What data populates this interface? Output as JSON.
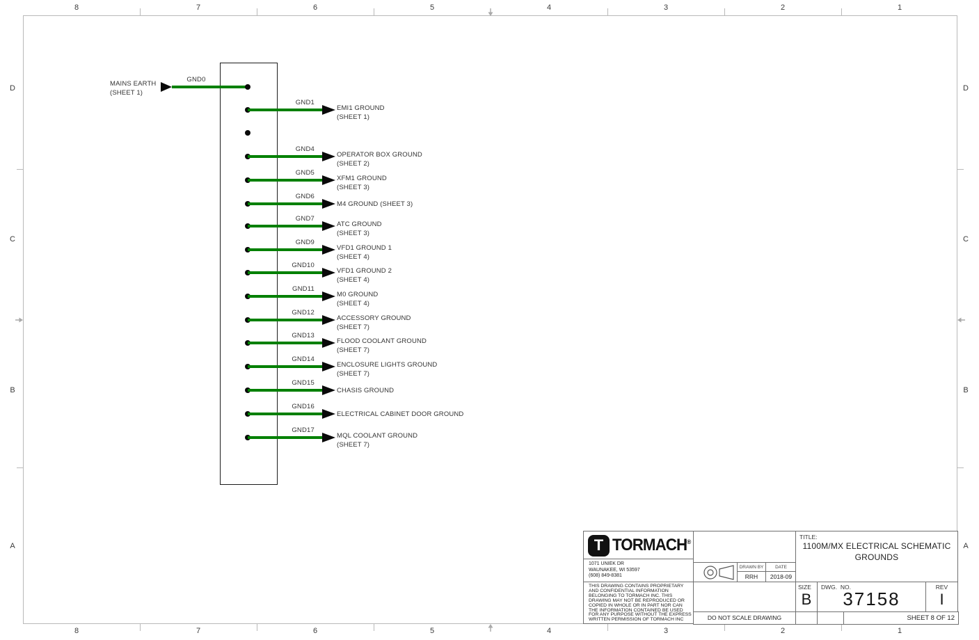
{
  "sheet": {
    "zone_columns": [
      "8",
      "7",
      "6",
      "5",
      "4",
      "3",
      "2",
      "1"
    ],
    "zone_rows": [
      "D",
      "C",
      "B",
      "A"
    ]
  },
  "colors": {
    "wire_green": "#008000",
    "ink_black": "#0a0a0a",
    "frame_gray": "#b9b9b9"
  },
  "schematic": {
    "mains_earth": {
      "label_line1": "MAINS EARTH",
      "label_line2": "(SHEET 1)",
      "wire_label": "GND0"
    },
    "grounds": [
      {
        "wire_label": "GND1",
        "target": "EMI1 GROUND",
        "sheet_ref": "(SHEET 1)"
      },
      {
        "tap_only": true
      },
      {
        "wire_label": "GND4",
        "target": "OPERATOR BOX GROUND",
        "sheet_ref": "(SHEET 2)"
      },
      {
        "wire_label": "GND5",
        "target": "XFM1 GROUND",
        "sheet_ref": "(SHEET 3)"
      },
      {
        "wire_label": "GND6",
        "target": "M4 GROUND (SHEET 3)",
        "sheet_ref": ""
      },
      {
        "wire_label": "GND7",
        "target": "ATC GROUND",
        "sheet_ref": "(SHEET 3)"
      },
      {
        "wire_label": "GND9",
        "target": "VFD1 GROUND 1",
        "sheet_ref": "(SHEET 4)"
      },
      {
        "wire_label": "GND10",
        "target": "VFD1 GROUND 2",
        "sheet_ref": "(SHEET 4)"
      },
      {
        "wire_label": "GND11",
        "target": "M0 GROUND",
        "sheet_ref": "(SHEET 4)"
      },
      {
        "wire_label": "GND12",
        "target": "ACCESSORY GROUND",
        "sheet_ref": "(SHEET 7)"
      },
      {
        "wire_label": "GND13",
        "target": "FLOOD COOLANT GROUND",
        "sheet_ref": "(SHEET 7)"
      },
      {
        "wire_label": "GND14",
        "target": "ENCLOSURE LIGHTS GROUND",
        "sheet_ref": "(SHEET 7)"
      },
      {
        "wire_label": "GND15",
        "target": "CHASIS GROUND",
        "sheet_ref": ""
      },
      {
        "wire_label": "GND16",
        "target": "ELECTRICAL CABINET DOOR GROUND",
        "sheet_ref": ""
      },
      {
        "wire_label": "GND17",
        "target": "MQL COOLANT GROUND",
        "sheet_ref": "(SHEET 7)"
      }
    ]
  },
  "title_block": {
    "logo_text": "TORMACH",
    "logo_mark": "®",
    "address_lines": [
      "1071 UNIEK DR",
      "WAUNAKEE, WI 53597",
      "(608) 849-8381"
    ],
    "disclaimer_lines": [
      "THIS DRAWING CONTAINS PROPRIETARY",
      "AND CONFIDENTIAL INFORMATION",
      "BELONGING TO TORMACH INC. THIS",
      "DRAWING MAY NOT BE REPRODUCED OR",
      "COPIED IN WHOLE OR IN PART NOR CAN",
      "THE INFORMATION CONTAINED BE USED",
      "FOR ANY PURPOSE WITHOUT THE EXPRESS",
      "WRITTEN PERMISSION OF TORMACH INC"
    ],
    "projection_icon": "third-angle-projection",
    "drawn_by_label": "DRAWN BY",
    "drawn_by_value": "RRH",
    "date_label": "DATE",
    "date_value": "2018-09",
    "do_not_scale": "DO NOT SCALE DRAWING",
    "title_label": "TITLE:",
    "title_line1": "1100M/MX ELECTRICAL SCHEMATIC",
    "title_line2": "GROUNDS",
    "size_label": "SIZE",
    "size_value": "B",
    "dwg_label": "DWG.  NO.",
    "dwg_value": "37158",
    "rev_label": "REV",
    "rev_value": "I",
    "sheet_label": "SHEET 8 OF 12"
  }
}
